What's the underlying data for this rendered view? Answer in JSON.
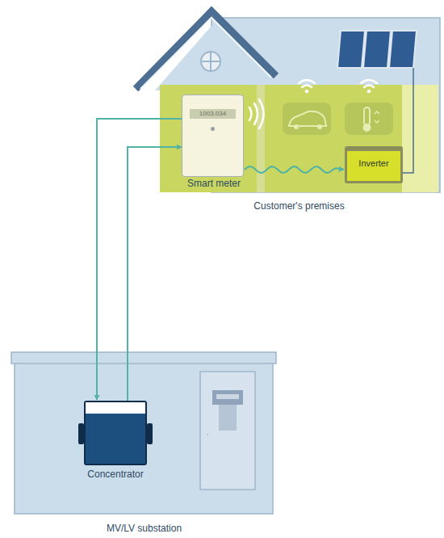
{
  "diagram": {
    "nodes": [
      {
        "text": [
          "Customer's premises"
        ]
      },
      {
        "text": [
          "1003.034",
          "Smart meter"
        ],
        "in": 0
      },
      {
        "text": [
          "Inverter"
        ],
        "in": 0
      },
      {
        "text": [
          "MV/LV substation"
        ]
      },
      {
        "text": [
          "Concentrator"
        ],
        "in": 3
      }
    ],
    "edges": [
      {
        "from": 1,
        "to": 4,
        "arrow": "to"
      },
      {
        "from": 4,
        "to": 1,
        "arrow": "to"
      },
      {
        "from": 1,
        "to": 2,
        "arrow": "to"
      }
    ]
  }
}
